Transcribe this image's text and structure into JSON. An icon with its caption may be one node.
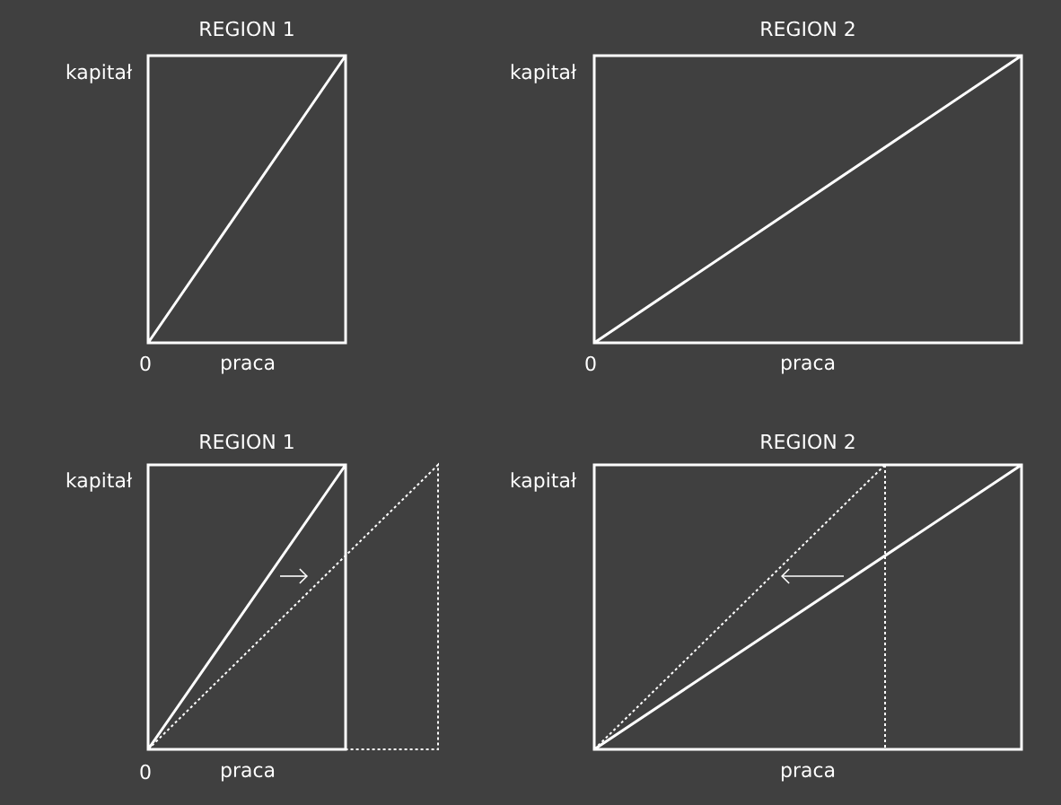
{
  "diagram": {
    "labels": [
      "REGION 1",
      "REGION 2",
      "kapitał",
      "kapitał",
      "0",
      "praca",
      "0",
      "praca",
      "REGION 1",
      "REGION 2",
      "kapitał",
      "kapitał",
      "0",
      "praca",
      "praca"
    ]
  }
}
